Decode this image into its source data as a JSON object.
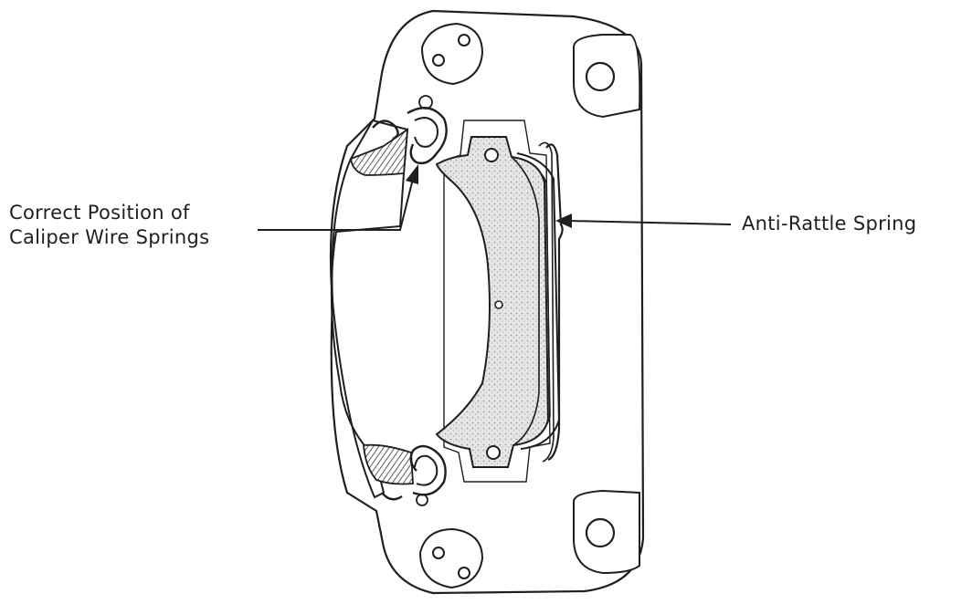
{
  "labels": {
    "wire_springs_line1": "Correct Position of",
    "wire_springs_line2": "Caliper Wire Springs",
    "anti_rattle": "Anti-Rattle Spring"
  },
  "colors": {
    "ink": "#1f1f1f",
    "pad_fill": "#d9d9d9",
    "background": "#ffffff"
  }
}
